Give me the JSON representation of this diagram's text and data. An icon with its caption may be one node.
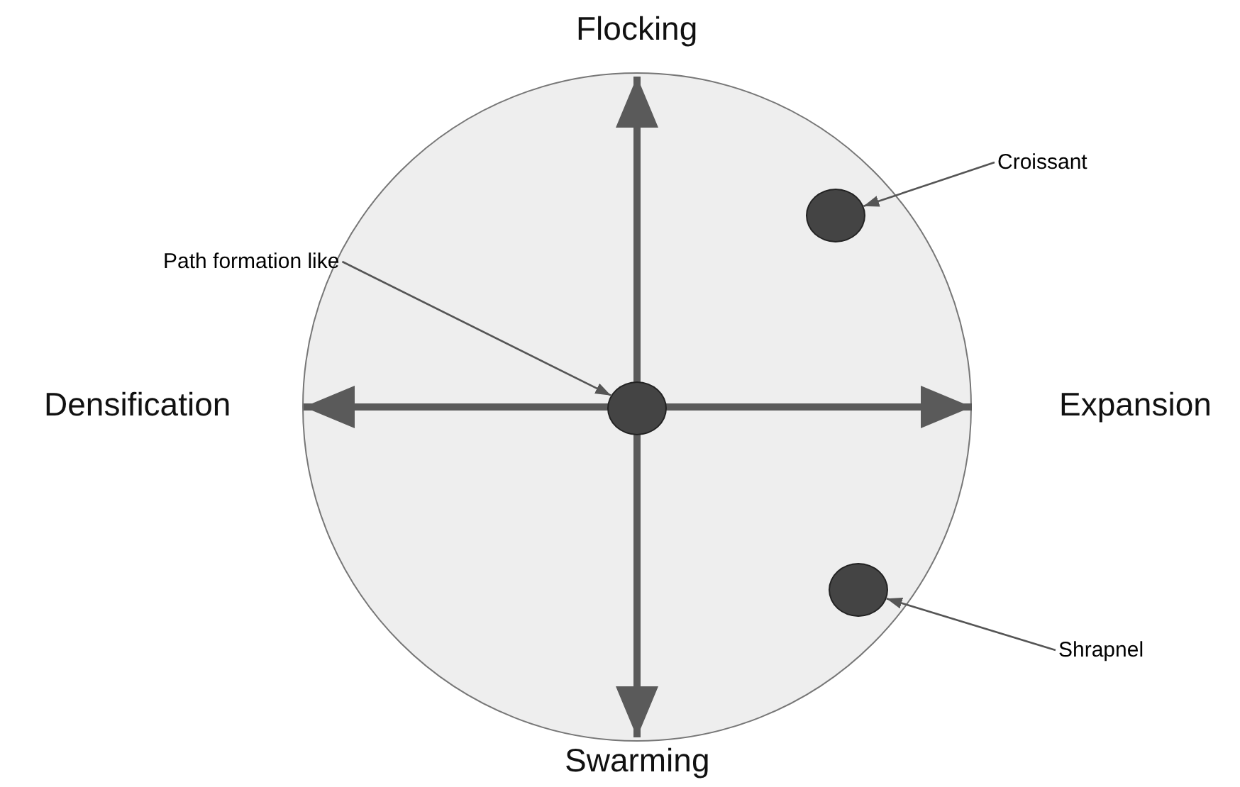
{
  "diagram": {
    "nodes": [
      {
        "text": [],
        "shape": "circle"
      },
      {
        "text": [],
        "shape": "circle",
        "in": 0
      },
      {
        "text": [],
        "shape": "circle",
        "in": 0
      },
      {
        "text": [],
        "shape": "circle",
        "in": 0
      },
      {
        "text": [
          "Path formation like"
        ]
      },
      {
        "text": [
          "Croissant"
        ]
      },
      {
        "text": [
          "Shrapnel"
        ]
      }
    ],
    "edges": [
      {
        "from": 4,
        "to": 1,
        "arrow": "to"
      },
      {
        "from": 5,
        "to": 2,
        "arrow": "to"
      },
      {
        "from": 6,
        "to": 3,
        "arrow": "to"
      }
    ],
    "labels": [
      "Flocking",
      "Densification",
      "Expansion",
      "Swarming"
    ]
  }
}
